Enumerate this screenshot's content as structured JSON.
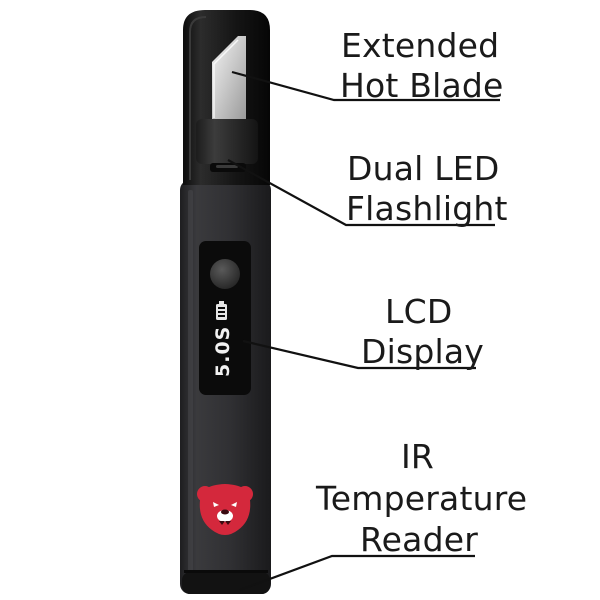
{
  "callouts": [
    {
      "id": "blade",
      "lines": [
        "Extended",
        "Hot Blade"
      ]
    },
    {
      "id": "led",
      "lines": [
        "Dual LED",
        "Flashlight"
      ]
    },
    {
      "id": "lcd",
      "lines": [
        "LCD",
        "Display"
      ]
    },
    {
      "id": "ir",
      "lines": [
        "IR",
        "Temperature",
        "Reader"
      ]
    }
  ],
  "lcd_readout": "5.0S",
  "icons": {
    "battery": "battery-icon",
    "logo": "bear-head-logo-icon",
    "button": "power-button-icon"
  },
  "colors": {
    "device_body": "#2e2e31",
    "device_top": "#151515",
    "display_panel": "#0b0b0b",
    "bear_logo": "#d4283c",
    "label_text": "#1a1a1a",
    "leader_line": "#111111"
  }
}
